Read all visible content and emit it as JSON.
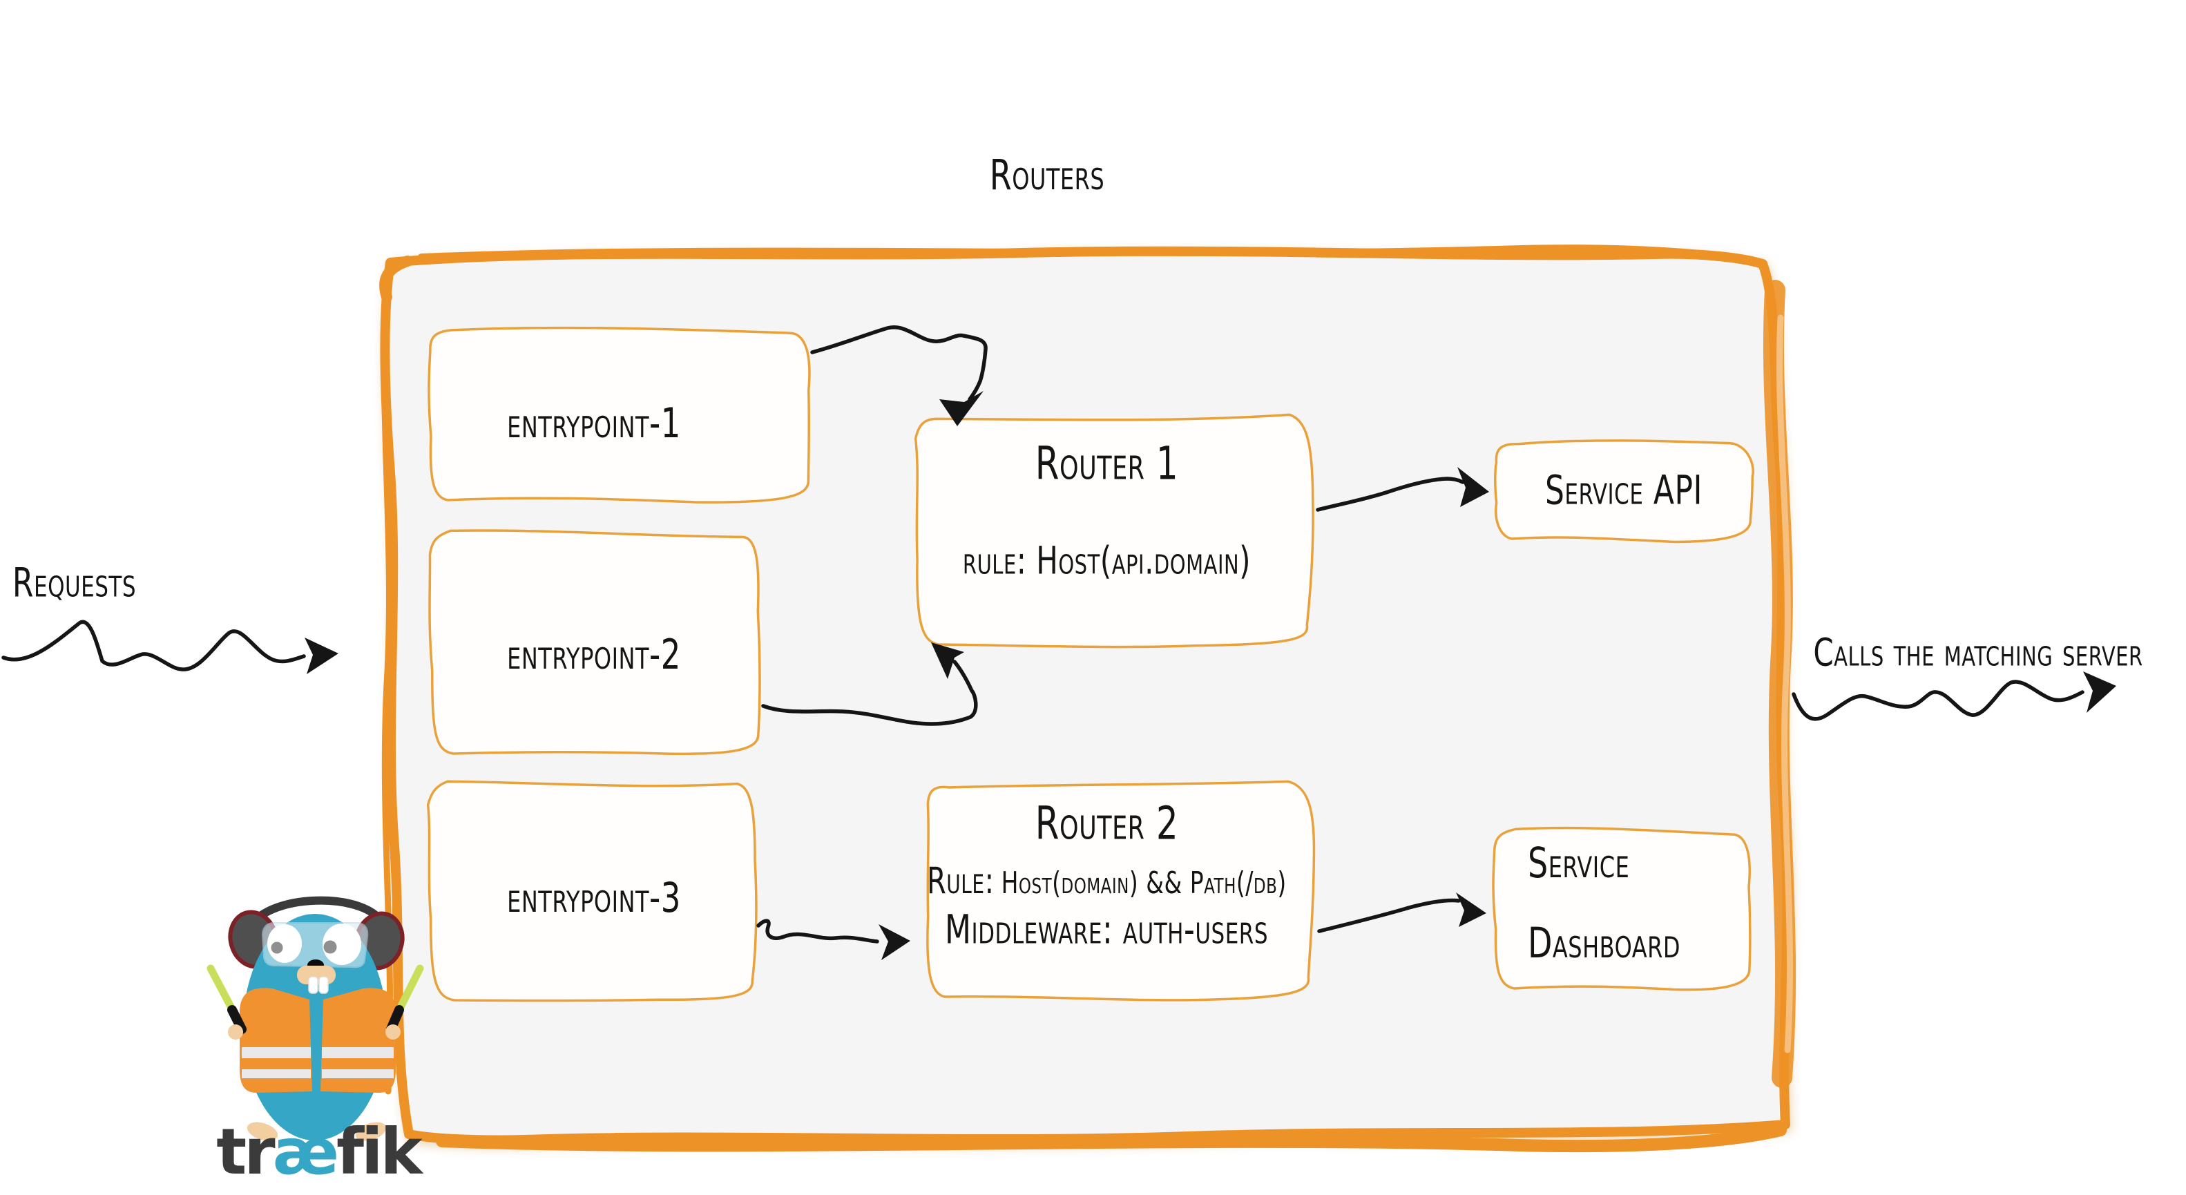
{
  "diagram": {
    "title": "Routers",
    "requests_label": "Requests",
    "calls_label": "Calls the matching server",
    "entrypoints": [
      {
        "label": "entrypoint-1"
      },
      {
        "label": "entrypoint-2"
      },
      {
        "label": "entrypoint-3"
      }
    ],
    "routers": [
      {
        "title": "Router 1",
        "rule": "rule: Host(api.domain)"
      },
      {
        "title": "Router 2",
        "rule_label": "Rule:",
        "rule_value": "Host(domain) && Path(/db)",
        "middleware": "Middleware: auth-users"
      }
    ],
    "services": [
      {
        "label": "Service API"
      },
      {
        "label_line1": "Service",
        "label_line2": "Dashboard"
      }
    ],
    "logo": {
      "part_tr": "tr",
      "part_ae": "æ",
      "part_fik": "fik"
    },
    "colors": {
      "border_orange": "#ED9227",
      "box_stroke": "#E9A23B",
      "panel_fill": "#F5F5F5",
      "ink": "#151515",
      "brand_teal": "#35A6C6",
      "vest_orange": "#F0922F",
      "stick_green": "#C9DF5B"
    }
  }
}
